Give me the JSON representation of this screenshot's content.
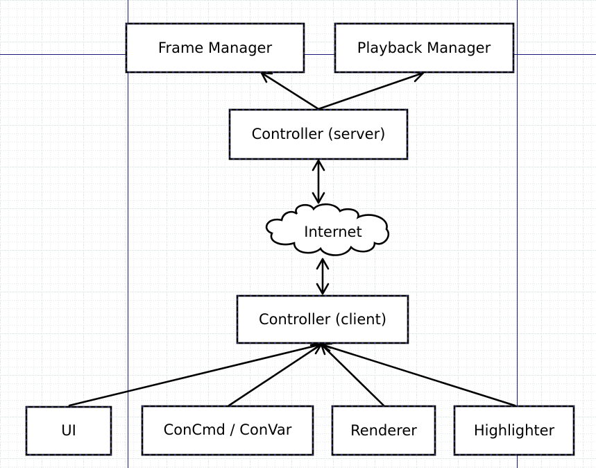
{
  "nodes": {
    "frame_manager": "Frame Manager",
    "playback_manager": "Playback Manager",
    "controller_server": "Controller (server)",
    "internet": "Internet",
    "controller_client": "Controller (client)",
    "ui": "UI",
    "concmd_convar": "ConCmd / ConVar",
    "renderer": "Renderer",
    "highlighter": "Highlighter"
  },
  "edges": [
    {
      "from": "controller_server",
      "to": "frame_manager",
      "style": "arrow-to"
    },
    {
      "from": "controller_server",
      "to": "playback_manager",
      "style": "arrow-to"
    },
    {
      "from": "controller_server",
      "to": "internet",
      "style": "bidirectional"
    },
    {
      "from": "internet",
      "to": "controller_client",
      "style": "bidirectional"
    },
    {
      "from": "ui",
      "to": "controller_client",
      "style": "arrow-to"
    },
    {
      "from": "concmd_convar",
      "to": "controller_client",
      "style": "arrow-to"
    },
    {
      "from": "renderer",
      "to": "controller_client",
      "style": "arrow-to"
    },
    {
      "from": "highlighter",
      "to": "controller_client",
      "style": "arrow-to"
    }
  ],
  "colors": {
    "background": "#ffffff",
    "grid": "#c9d6d6",
    "guide_lines": "#1a1a7a",
    "stroke": "#000000"
  }
}
